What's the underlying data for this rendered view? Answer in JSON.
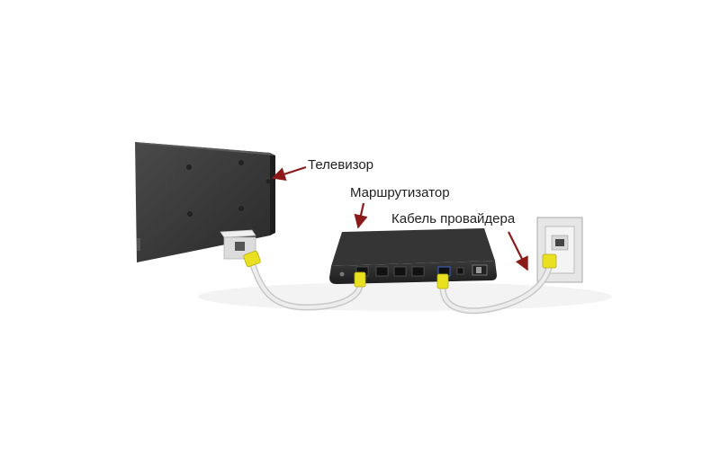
{
  "labels": {
    "tv": "Телевизор",
    "router": "Маршрутизатор",
    "provider_cable": "Кабель провайдера"
  },
  "colors": {
    "background": "#ffffff",
    "arrow": "#8b1a1a",
    "tv_body": "#3a3a3a",
    "router_body": "#2b2b2b",
    "cable": "#e2e2e2",
    "connector": "#e8e020",
    "wall_plate": "#e6e6e6"
  },
  "icons": {
    "tv": "tv-back-icon",
    "router": "router-icon",
    "wall_socket": "ethernet-wall-socket-icon",
    "connector": "rj45-connector-icon"
  }
}
